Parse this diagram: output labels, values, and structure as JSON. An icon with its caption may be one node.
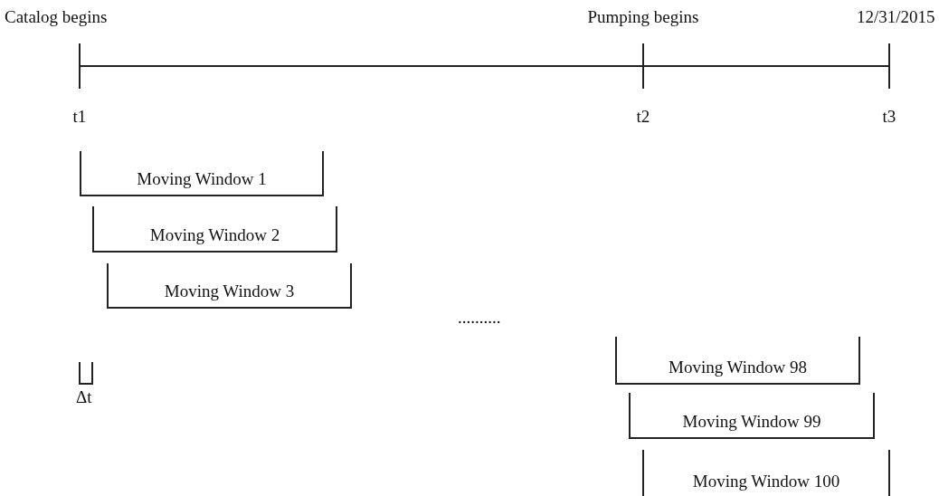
{
  "diagram": {
    "nodes": [
      {
        "text": [
          "Moving Window 1"
        ]
      },
      {
        "text": [
          "Moving Window 2"
        ]
      },
      {
        "text": [
          "Moving Window 3"
        ]
      },
      {
        "text": [
          "Moving Window 98"
        ]
      },
      {
        "text": [
          "Moving Window 99"
        ]
      },
      {
        "text": [
          "Moving Window 100"
        ]
      }
    ],
    "labels": [
      "Catalog begins",
      "Pumping begins",
      "12/31/2015",
      "t1",
      "t2",
      "t3",
      "..........",
      "Δt"
    ]
  }
}
